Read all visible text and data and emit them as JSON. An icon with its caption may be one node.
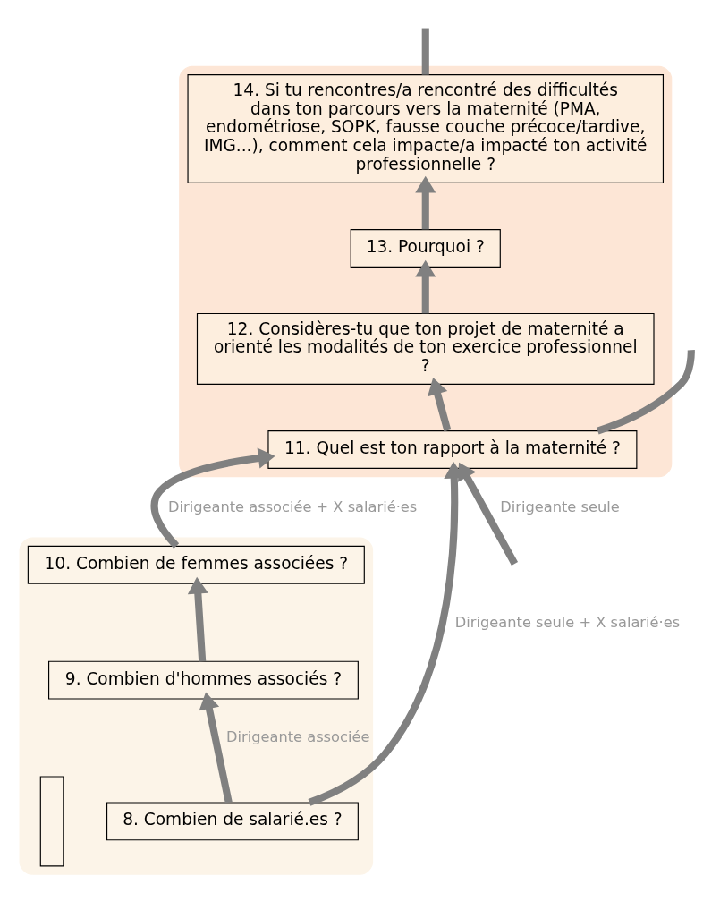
{
  "diagram": {
    "nodes": [
      {
        "text": [],
        "shape": "box"
      },
      {
        "text": [
          "14. Si tu rencontres/a rencontré des difficultés dans ton parcours vers la maternité (PMA, endométriose, SOPK, fausse couche précoce/tardive, IMG...), comment cela impacte/a impacté ton activité professionnelle ?"
        ],
        "in": 0
      },
      {
        "text": [
          "13. Pourquoi ?"
        ],
        "in": 0
      },
      {
        "text": [
          "12. Considères-tu que ton projet de maternité a orienté les modalités de ton exercice professionnel ?"
        ],
        "in": 0
      },
      {
        "text": [
          "11. Quel est ton rapport à la maternité ?"
        ],
        "in": 0
      },
      {
        "text": [],
        "shape": "box"
      },
      {
        "text": [
          "10. Combien de femmes associées ?"
        ],
        "in": 5
      },
      {
        "text": [
          "9. Combien d'hommes associés ?"
        ],
        "in": 5
      },
      {
        "text": [
          "8. Combien de salarié.es ?"
        ],
        "in": 5
      },
      {
        "text": [],
        "shape": "box",
        "in": 5
      }
    ],
    "edges": [
      {
        "from": 1,
        "to": null,
        "arrow": "none"
      },
      {
        "from": 2,
        "to": 1,
        "arrow": "to"
      },
      {
        "from": 3,
        "to": 2,
        "arrow": "to"
      },
      {
        "from": 4,
        "to": 3,
        "arrow": "to"
      },
      {
        "from": 4,
        "to": null,
        "arrow": "none"
      },
      {
        "from": null,
        "to": 4,
        "arrow": "to",
        "label": "Dirigeante seule"
      },
      {
        "from": 8,
        "to": 4,
        "arrow": "to",
        "label": "Dirigeante seule + X salarié·es"
      },
      {
        "from": 6,
        "to": 4,
        "arrow": "to",
        "label": "Dirigeante associée + X salarié·es"
      },
      {
        "from": 7,
        "to": 6,
        "arrow": "to"
      },
      {
        "from": 8,
        "to": 7,
        "arrow": "to",
        "label": "Dirigeante associée"
      }
    ]
  }
}
